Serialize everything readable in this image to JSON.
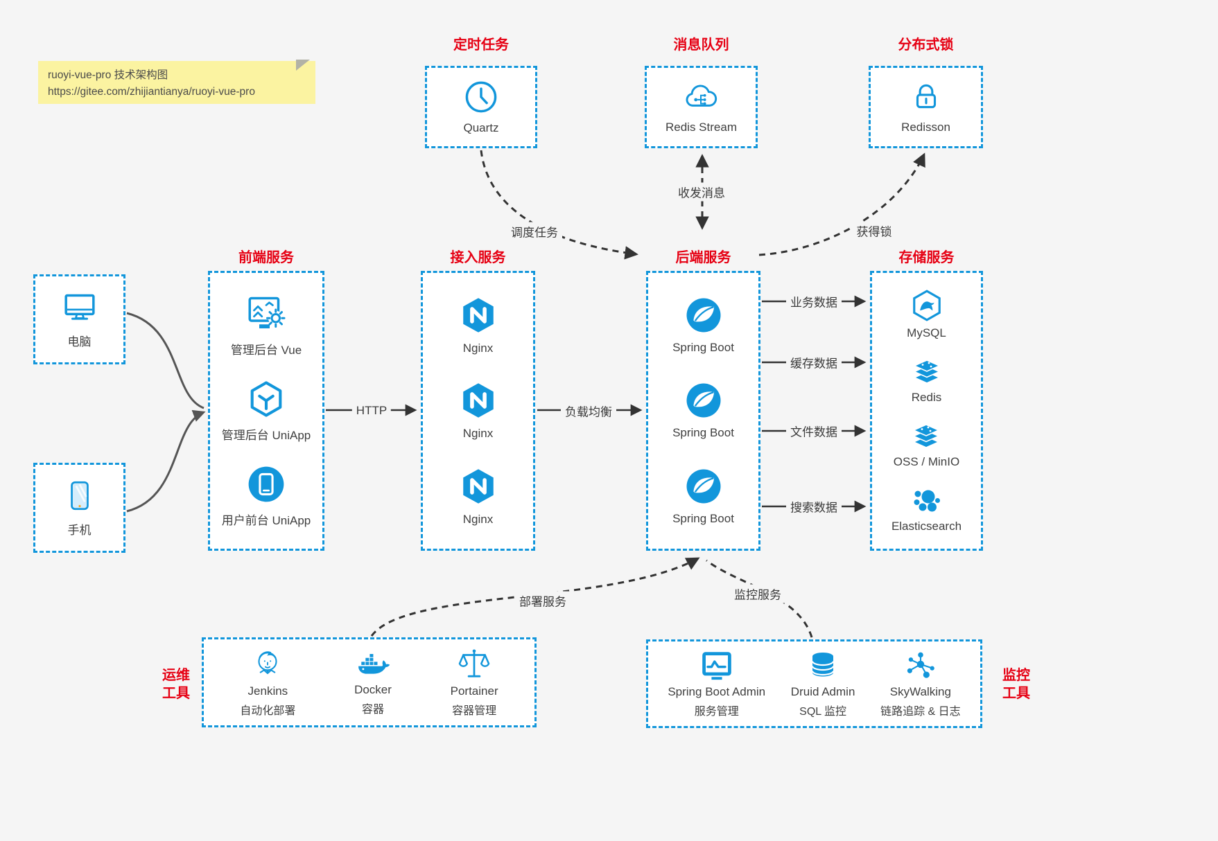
{
  "note": {
    "line1": "ruoyi-vue-pro 技术架构图",
    "line2": "https://gitee.com/zhijiantianya/ruoyi-vue-pro"
  },
  "colors": {
    "accent_blue": "#1296db",
    "title_red": "#e60013",
    "text": "#3f3f3f",
    "background": "#f5f5f5",
    "box_fill": "#ffffff",
    "note_fill": "#fbf3a1",
    "arrow_dark": "#333333",
    "arrow_grey": "#555555"
  },
  "top_groups": [
    {
      "title": "定时任务",
      "item": {
        "label": "Quartz",
        "icon": "clock-icon"
      }
    },
    {
      "title": "消息队列",
      "item": {
        "label": "Redis Stream",
        "icon": "cloud-stream-icon"
      }
    },
    {
      "title": "分布式锁",
      "item": {
        "label": "Redisson",
        "icon": "lock-icon"
      }
    }
  ],
  "clients": [
    {
      "label": "电脑",
      "icon": "desktop-icon"
    },
    {
      "label": "手机",
      "icon": "smartphone-icon"
    }
  ],
  "frontend": {
    "title": "前端服务",
    "items": [
      {
        "label": "管理后台 Vue",
        "icon": "admin-vue-icon"
      },
      {
        "label": "管理后台 UniApp",
        "icon": "uniapp-cube-icon"
      },
      {
        "label": "用户前台 UniApp",
        "icon": "user-app-icon"
      }
    ]
  },
  "gateway": {
    "title": "接入服务",
    "items": [
      {
        "label": "Nginx",
        "icon": "nginx-icon"
      },
      {
        "label": "Nginx",
        "icon": "nginx-icon"
      },
      {
        "label": "Nginx",
        "icon": "nginx-icon"
      }
    ]
  },
  "backend": {
    "title": "后端服务",
    "items": [
      {
        "label": "Spring Boot",
        "icon": "spring-leaf-icon"
      },
      {
        "label": "Spring Boot",
        "icon": "spring-leaf-icon"
      },
      {
        "label": "Spring Boot",
        "icon": "spring-leaf-icon"
      }
    ]
  },
  "storage": {
    "title": "存储服务",
    "items": [
      {
        "label": "MySQL",
        "icon": "mysql-hexagon-icon"
      },
      {
        "label": "Redis",
        "icon": "redis-stack-icon"
      },
      {
        "label": "OSS / MinIO",
        "icon": "oss-stack-icon"
      },
      {
        "label": "Elasticsearch",
        "icon": "elasticsearch-cluster-icon"
      }
    ]
  },
  "edge_labels": {
    "http": "HTTP",
    "load_balance": "负载均衡",
    "schedule_job": "调度任务",
    "send_receive_msg": "收发消息",
    "acquire_lock": "获得锁",
    "deploy_service": "部署服务",
    "monitor_service": "监控服务",
    "business_data": "业务数据",
    "cache_data": "缓存数据",
    "file_data": "文件数据",
    "search_data": "搜索数据"
  },
  "ops_tools": {
    "title_line1": "运维",
    "title_line2": "工具",
    "items": [
      {
        "name": "Jenkins",
        "desc": "自动化部署",
        "icon": "jenkins-icon"
      },
      {
        "name": "Docker",
        "desc": "容器",
        "icon": "docker-whale-icon"
      },
      {
        "name": "Portainer",
        "desc": "容器管理",
        "icon": "portainer-scales-icon"
      }
    ]
  },
  "monitor_tools": {
    "title_line1": "监控",
    "title_line2": "工具",
    "items": [
      {
        "name": "Spring Boot Admin",
        "desc": "服务管理",
        "icon": "monitor-chart-icon"
      },
      {
        "name": "Druid Admin",
        "desc": "SQL 监控",
        "icon": "database-icon"
      },
      {
        "name": "SkyWalking",
        "desc": "链路追踪 & 日志",
        "icon": "topology-icon"
      }
    ]
  }
}
